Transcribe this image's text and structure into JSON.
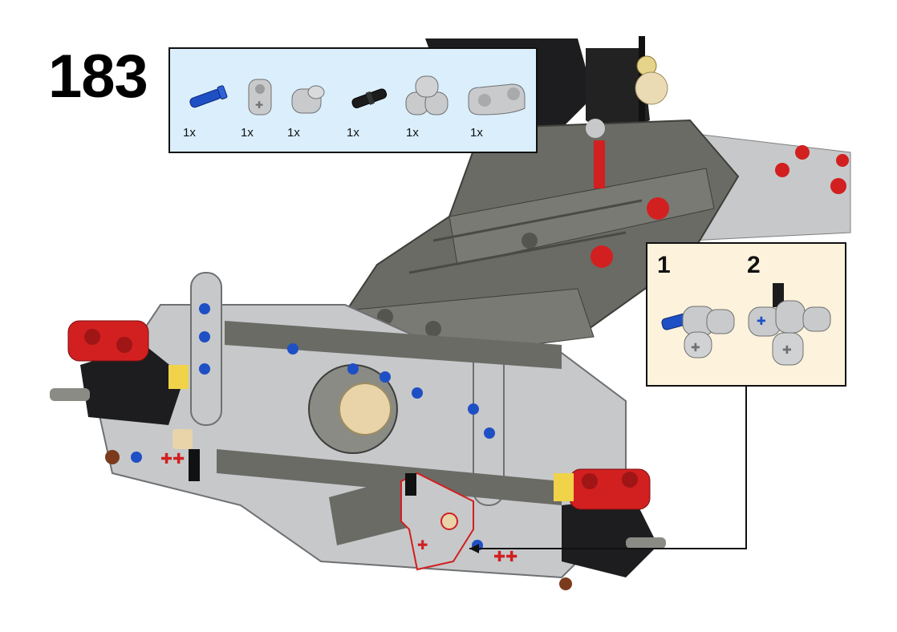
{
  "step": {
    "number": "183"
  },
  "parts_list": {
    "items": [
      {
        "name": "blue-axle-pin",
        "qty": "1x",
        "color": "#1f4fc4"
      },
      {
        "name": "gray-axle-pin-connector-perpendicular",
        "qty": "1x",
        "color": "#c8cacc"
      },
      {
        "name": "gray-pin-connector",
        "qty": "1x",
        "color": "#c8cacc"
      },
      {
        "name": "black-friction-pin",
        "qty": "1x",
        "color": "#1c1c1c"
      },
      {
        "name": "gray-double-pin-connector",
        "qty": "1x",
        "color": "#c8cacc"
      },
      {
        "name": "gray-axle-connector-triple",
        "qty": "1x",
        "color": "#c8cacc"
      }
    ]
  },
  "subassembly": {
    "steps": [
      {
        "label": "1"
      },
      {
        "label": "2"
      }
    ]
  },
  "colors": {
    "parts_box_bg": "#daeefb",
    "subassembly_bg": "#fdf3dc",
    "dark_gray_beam": "#6b6b66",
    "light_gray_beam": "#c6c8ca",
    "red_part": "#d21f1f",
    "blue_pin": "#1f4fc4",
    "tan_gear": "#e8d4a8",
    "highlight_outline": "#d11f1f"
  }
}
